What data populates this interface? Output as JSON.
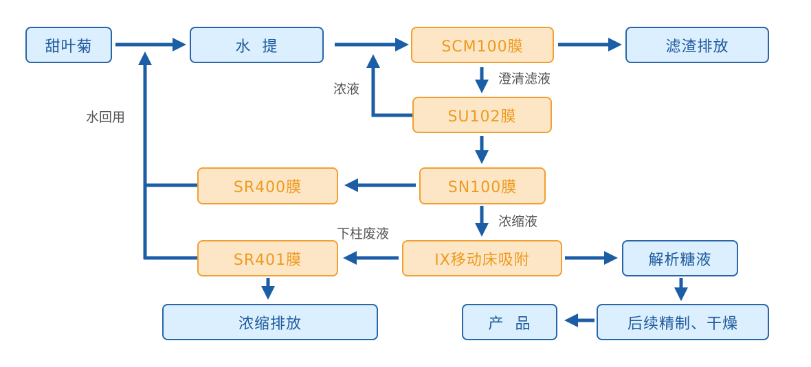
{
  "colors": {
    "arrow": "#1b5ea6",
    "blue_fill": "#dcefff",
    "orange_fill": "#fde6c6"
  },
  "nodes": {
    "stevia": "甜叶菊",
    "water_extract": "水  提",
    "scm100": "SCM100膜",
    "residue": "滤渣排放",
    "su102": "SU102膜",
    "sn100": "SN100膜",
    "sr400": "SR400膜",
    "ix": "IX移动床吸附",
    "sr401": "SR401膜",
    "conc_discharge": "浓缩排放",
    "desorb": "解析糖液",
    "refine": "后续精制、干燥",
    "product": "产  品"
  },
  "labels": {
    "clarified": "澄清滤液",
    "concentrate": "浓液",
    "water_reuse": "水回用",
    "concentrated_liquid": "浓缩液",
    "column_waste": "下柱废液"
  }
}
